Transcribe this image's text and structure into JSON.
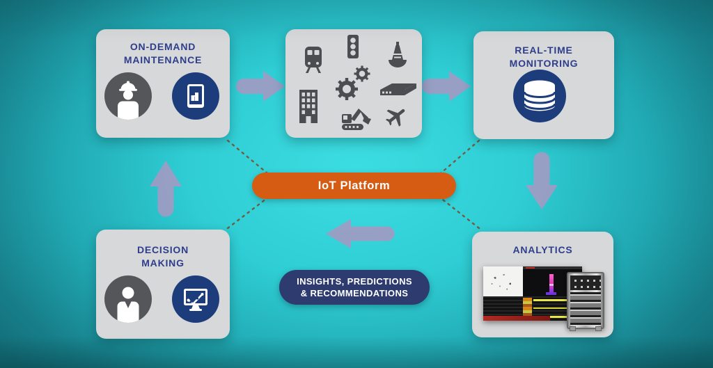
{
  "diagram": {
    "boxes": {
      "maintenance": {
        "title_line1": "ON-DEMAND",
        "title_line2": "MAINTENANCE",
        "icons": [
          "worker-icon",
          "tablet-chart-icon"
        ]
      },
      "devices": {
        "icons": [
          "train-icon",
          "traffic-light-icon",
          "buoy-icon",
          "building-icon",
          "gears-icon",
          "server-box-icon",
          "excavator-icon",
          "airplane-icon"
        ]
      },
      "monitoring": {
        "title_line1": "REAL-TIME",
        "title_line2": "MONITORING",
        "icons": [
          "database-icon"
        ]
      },
      "decision": {
        "title_line1": "DECISION",
        "title_line2": "MAKING",
        "icons": [
          "person-icon",
          "monitor-chart-icon"
        ]
      },
      "analytics": {
        "title": "ANALYTICS",
        "icons": [
          "analytics-dashboard-image",
          "server-rack-image"
        ]
      }
    },
    "pills": {
      "iot": {
        "label": "IoT Platform",
        "color": "#d65c14"
      },
      "insights": {
        "line1": "INSIGHTS, PREDICTIONS",
        "line2": "& RECOMMENDATIONS",
        "color": "#2e3b6f"
      }
    },
    "connectors": {
      "arrows": [
        "maintenance-to-devices",
        "devices-to-monitoring",
        "monitoring-to-analytics",
        "analytics-to-decision",
        "decision-to-maintenance"
      ],
      "dashed_links": [
        "maintenance-to-iot",
        "decision-to-iot",
        "monitoring-to-iot",
        "analytics-to-iot"
      ]
    },
    "colors": {
      "background_center": "#3cdde2",
      "background_edge": "#147983",
      "panel_bg": "#d7d8d9",
      "title_text": "#2e3e8c",
      "circle_gray": "#55565a",
      "circle_navy": "#1d3c7c",
      "icon_gray": "#4c4d50",
      "arrow": "#a09cc4",
      "dash": "#7a4a28"
    }
  }
}
